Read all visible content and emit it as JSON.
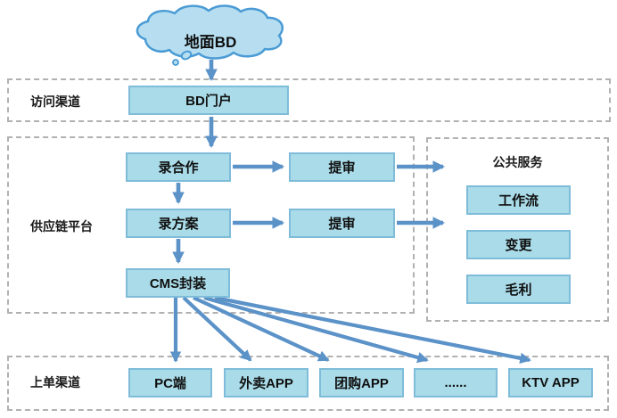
{
  "cloud": {
    "label": "地面BD"
  },
  "sections": {
    "access": {
      "label": "访问渠道"
    },
    "supply": {
      "label": "供应链平台"
    },
    "public_services": {
      "title": "公共服务"
    },
    "order": {
      "label": "上单渠道"
    }
  },
  "nodes": {
    "bd_portal": {
      "label": "BD门户"
    },
    "record_cooperation": {
      "label": "录合作"
    },
    "submit_review_1": {
      "label": "提审"
    },
    "record_plan": {
      "label": "录方案"
    },
    "submit_review_2": {
      "label": "提审"
    },
    "cms_package": {
      "label": "CMS封装"
    },
    "workflow": {
      "label": "工作流"
    },
    "change": {
      "label": "变更"
    },
    "gross_profit": {
      "label": "毛利"
    },
    "pc": {
      "label": "PC端"
    },
    "waimai_app": {
      "label": "外卖APP"
    },
    "groupbuy_app": {
      "label": "团购APP"
    },
    "ellipsis": {
      "label": "......"
    },
    "ktv_app": {
      "label": "KTV APP"
    }
  },
  "colors": {
    "node_fill": "#a9dbe8",
    "node_border": "#7fbcd9",
    "arrow": "#5b92c8",
    "cloud_fill": "#b6def0",
    "cloud_outline": "#4a9bd5",
    "section_dash": "#b1b1b1",
    "text": "#101010"
  }
}
